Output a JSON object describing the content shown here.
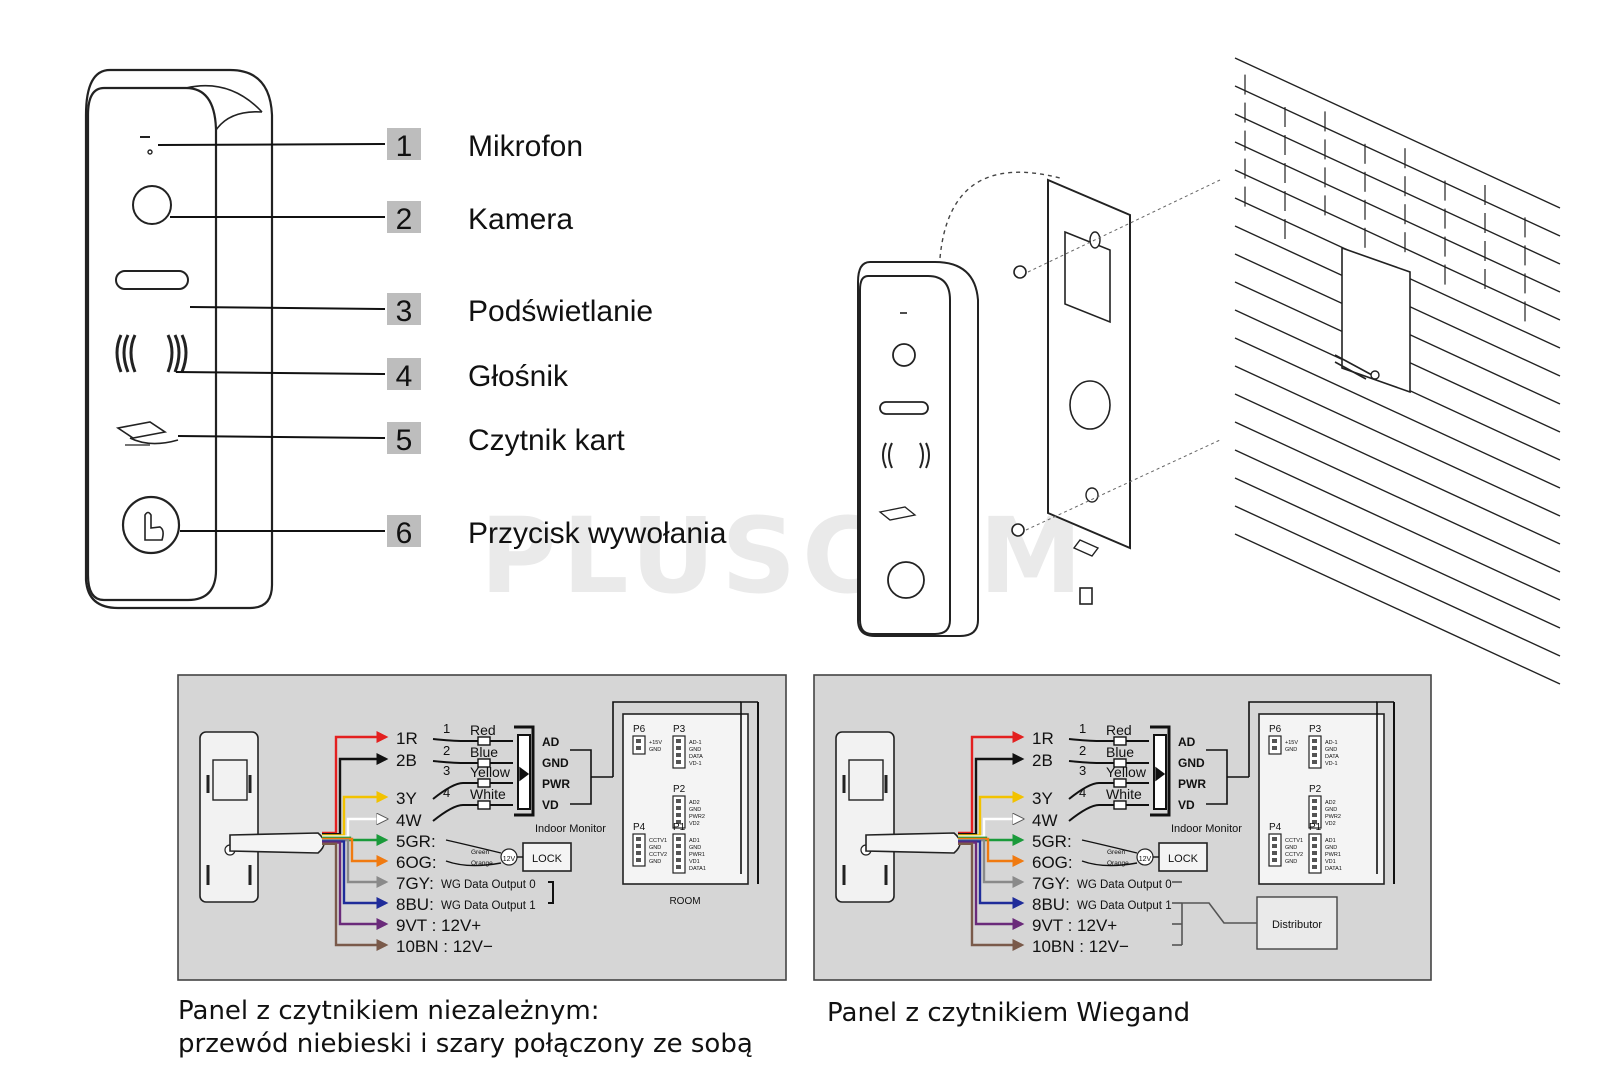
{
  "legend": [
    {
      "num": "1",
      "label": "Mikrofon"
    },
    {
      "num": "2",
      "label": "Kamera"
    },
    {
      "num": "3",
      "label": "Podświetlanie"
    },
    {
      "num": "4",
      "label": "Głośnik"
    },
    {
      "num": "5",
      "label": "Czytnik kart"
    },
    {
      "num": "6",
      "label": "Przycisk wywołania"
    }
  ],
  "watermark": "PLUSCOM",
  "wires": [
    {
      "label": "1R",
      "color": "#e32020"
    },
    {
      "label": "2B",
      "color": "#111111"
    },
    {
      "label": "3Y",
      "color": "#f2c200"
    },
    {
      "label": "4W",
      "color": "#ffffff"
    },
    {
      "label": "5GR:",
      "color": "#1a9a3a"
    },
    {
      "label": "6OG:",
      "color": "#f07a10"
    },
    {
      "label": "7GY:",
      "color": "#8a8a8a",
      "desc": "WG Data Output 0"
    },
    {
      "label": "8BU:",
      "color": "#1f2c9a",
      "desc": "WG Data Output 1"
    },
    {
      "label": "9VT : 12V+",
      "color": "#6a2a7a"
    },
    {
      "label": "10BN : 12V−",
      "color": "#7a5a4a"
    }
  ],
  "connector_wires": [
    {
      "num": "1",
      "name": "Red"
    },
    {
      "num": "2",
      "name": "Blue"
    },
    {
      "num": "3",
      "name": "Yellow"
    },
    {
      "num": "4",
      "name": "White"
    }
  ],
  "terminals": [
    "AD",
    "GND",
    "PWR",
    "VD"
  ],
  "indoor_monitor": "Indoor Monitor",
  "lock": {
    "label": "LOCK",
    "volt": "12V",
    "green": "Green",
    "orange": "Orange"
  },
  "room": {
    "label": "ROOM",
    "ports": [
      {
        "name": "P6",
        "pins": [
          "+15V",
          "GND"
        ]
      },
      {
        "name": "P3",
        "pins": [
          "AD-1",
          "GND",
          "DATA",
          "VD-1"
        ]
      },
      {
        "name": "P2",
        "pins": [
          "AD2",
          "GND",
          "PWR2",
          "VD2"
        ]
      },
      {
        "name": "P4",
        "pins": [
          "CCTV1",
          "GND",
          "CCTV2",
          "GND"
        ]
      },
      {
        "name": "P1",
        "pins": [
          "AD1",
          "GND",
          "PWR1",
          "VD1",
          "DATA1"
        ]
      }
    ]
  },
  "distributor": "Distributor",
  "captions": {
    "left_line1": "Panel z czytnikiem niezależnym:",
    "left_line2": "przewód niebieski i szary połączony ze sobą",
    "right": "Panel z czytnikiem Wiegand"
  }
}
